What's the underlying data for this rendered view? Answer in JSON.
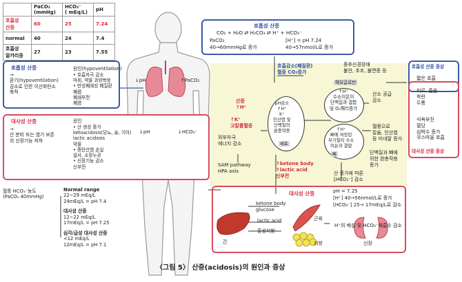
{
  "table": {
    "headers": [
      "",
      "PaCO₂\n(mmHg)",
      "HCO₃⁻\n( mEq/L)",
      "pH"
    ],
    "rows": [
      {
        "label": "호흡성\n산증",
        "paco2": "60",
        "hco3": "25",
        "ph": "7.24"
      },
      {
        "label": "normal",
        "paco2": "40",
        "hco3": "24",
        "ph": "7.4"
      },
      {
        "label": "호흡성\n알카리증",
        "paco2": "27",
        "hco3": "23",
        "ph": "7.55"
      }
    ]
  },
  "resp_box": {
    "title": "호흡성 산증",
    "left": "→\n환기(hypoventilation)\n감소로 인한 이산화탄소\n축적",
    "cause_title": "원인(hypoventilation)",
    "causes": [
      "• 호흡자극 감소",
      "  마취, 약물 과량복용",
      "• 만성폐쇄성 폐질환",
      "  폐렴",
      "  폐쇄부전",
      "  폐렴"
    ]
  },
  "lung_labels": {
    "ph": "↓pH",
    "paco2": "↑PaCO₂"
  },
  "meta_box": {
    "title": "대사성 산증",
    "left": "→\n산 분비 또는 염기 보존\n의 신장기능 저하",
    "cause_title": "원인",
    "causes": [
      "• 산 생성 증가",
      "ketoacidosis(당뇨, 술, 기아)",
      "lactic acidosis",
      "약물",
      "• 중탄산염 손실",
      "설사, 소장누공",
      "• 신장기능 감소",
      "신부전"
    ]
  },
  "kidney_labels": {
    "ph": "↓pH",
    "hco3": "↓HCO₃⁻"
  },
  "ranges": {
    "label": "혈중 HCO₃⁻농도\n(PaCO₂ 40mmHg)",
    "blocks": [
      {
        "title": "Normal range",
        "lines": [
          "22~29 mEq/L",
          "24mEq/L = pH 7.4"
        ]
      },
      {
        "title": "대사성 산증",
        "lines": [
          "12~22 mEq/L",
          "17mEq/L = pH 7.25"
        ]
      },
      {
        "title": "심각/급성 대사성 산증",
        "lines": [
          "<12 mEq/L",
          "12mEq/L = pH 7.1"
        ]
      }
    ]
  },
  "equation_box": {
    "title": "호흡성 산증",
    "equation": "CO₂ + H₂O ⇄ H₂CO₃ ⇄ H⁺ + HCO₃⁻",
    "paco2": "PaCO₂",
    "paco2_range": "40→60mmHg로 증가",
    "h_line": "[H⁺] = pH 7.24",
    "h_range": "40→57nmol/L로 증가"
  },
  "center": {
    "resp_comp_1": "호흡감소(폐질환)",
    "resp_comp_2": "혈중 CO₂증가",
    "cns": "중추신경장애\n불안, 초조, 불면증 등",
    "hemoglobin": "헤모글로빈",
    "cell_center": "↑H⁺\n수소이온이\n단백질과 결합\n및 O₂해리증가",
    "o2": "산소 공급\n감소",
    "acidosis_label": "산증\n↑H⁺",
    "hyperkalemia": "↑K⁺\n고칼륨혈증",
    "cell_left": "pH감소\n↑H⁺\nK⁺\n인산염 및\n단백질의\n완충작용",
    "cell_left_badge": "세포",
    "cell_right": "↑H⁺\n뼈에 저장된\n무기질이 수소\n이온과 결합",
    "bone_badge": "뼈",
    "hypercalcemia": "혈중으로\n칼슘, 인산염\n등 미네랄 증가",
    "protein_buffer": "단백질과 뼈에\n의한 완충작용\n증가",
    "acid_inc": "산 증가에 따른\n[HCO₃⁻] 감소",
    "ketone_lactic": "↑ketone body\n↑lactic acid\n신부전",
    "stress": "외부자극\n에너지 감소",
    "sam": "SAM pathway\nHPA axis"
  },
  "meta_bottom_box": {
    "title": "대사성 산증",
    "ph": "pH = 7.25",
    "h": "[H⁺] 40→56nmol/L로 증가",
    "hco3": "[HCO₃⁻] 25→ 17mEq/L로 감소",
    "ketone": "ketone body\nglucose",
    "lactic": "lactic acid",
    "fat": "중성지방",
    "muscle": "근육",
    "liver": "간",
    "fat_label": "지방",
    "kidney_excretion": "H⁺의 배설 및 HCO₃⁻재흡수 감소",
    "kidney": "신장"
  },
  "symptoms": {
    "resp_title": "호흡성 산증 증상",
    "resp_sub": "짧은 호흡",
    "common": [
      "피로, 졸음",
      "착란",
      "두통"
    ],
    "meta_items": [
      "식욕부진",
      "혈당",
      "심박수 증가",
      "쿠스마울 호흡"
    ],
    "meta_title": "대사성 산증 증상"
  },
  "caption": "〈그림 5〉 산증(acidosis)의 원인과 증상"
}
